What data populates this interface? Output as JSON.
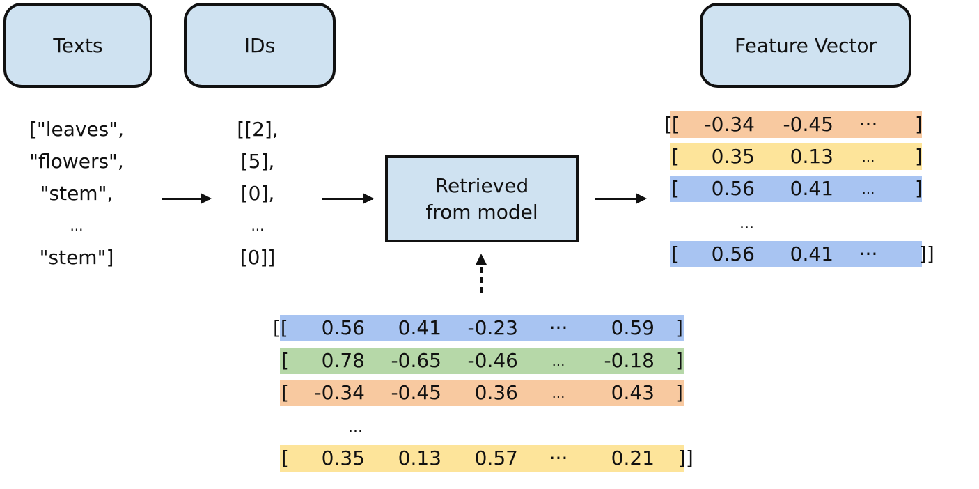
{
  "headers": {
    "texts": "Texts",
    "ids": "IDs",
    "feature": "Feature Vector"
  },
  "texts_list": [
    "[\"leaves\",",
    "\"flowers\",",
    "\"stem\",",
    "...",
    "\"stem\"]"
  ],
  "ids_list": [
    "[[2],",
    "[5],",
    "[0],",
    "...",
    "[0]]"
  ],
  "model_box": {
    "line1": "Retrieved",
    "line2": "from model"
  },
  "feature_vectors": {
    "rows": [
      {
        "open": "[[",
        "v1": "-0.34",
        "v2": "-0.45",
        "ell": "···",
        "close": "]",
        "color": "#f8c9a0"
      },
      {
        "open": "[",
        "v1": "0.35",
        "v2": "0.13",
        "ell": "...",
        "close": "]",
        "color": "#fde49a"
      },
      {
        "open": "[",
        "v1": "0.56",
        "v2": "0.41",
        "ell": "...",
        "close": "]",
        "color": "#a8c4f2"
      },
      {
        "open": "[",
        "v1": "0.56",
        "v2": "0.41",
        "ell": "···",
        "close": "]]",
        "color": "#a8c4f2"
      }
    ],
    "gap": "..."
  },
  "embedding_table": {
    "rows": [
      {
        "open": "[[",
        "v1": "0.56",
        "v2": "0.41",
        "v3": "-0.23",
        "ell": "···",
        "v4": "0.59",
        "close": "]",
        "color": "#a8c4f2"
      },
      {
        "open": "[",
        "v1": "0.78",
        "v2": "-0.65",
        "v3": "-0.46",
        "ell": "...",
        "v4": "-0.18",
        "close": "]",
        "color": "#b6d8a8"
      },
      {
        "open": "[",
        "v1": "-0.34",
        "v2": "-0.45",
        "v3": "0.36",
        "ell": "...",
        "v4": "0.43",
        "close": "]",
        "color": "#f8c9a0"
      },
      {
        "open": "[",
        "v1": "0.35",
        "v2": "0.13",
        "v3": "0.57",
        "ell": "···",
        "v4": "0.21",
        "close": "]]",
        "color": "#fde49a"
      }
    ],
    "gap": "..."
  }
}
